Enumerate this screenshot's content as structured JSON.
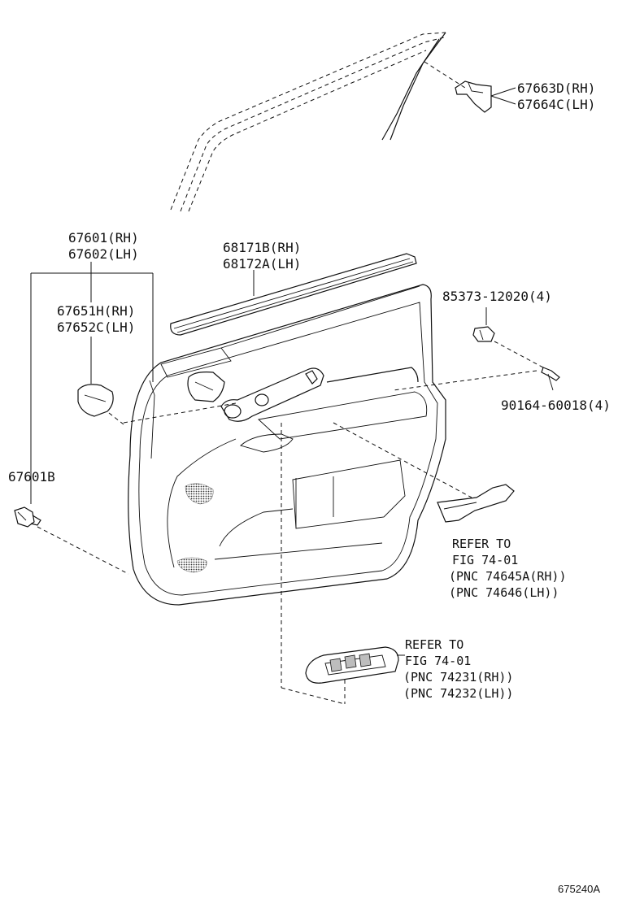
{
  "parts": {
    "p67663d": "67663D(RH)",
    "p67664c": "67664C(LH)",
    "p67601": "67601(RH)",
    "p67602": "67602(LH)",
    "p68171b": "68171B(RH)",
    "p68172a": "68172A(LH)",
    "p85373": "85373-12020(4)",
    "p67651h": "67651H(RH)",
    "p67652c": "67652C(LH)",
    "p90164": "90164-60018(4)",
    "p67601b": "67601B"
  },
  "refs": {
    "armrest": {
      "refer": "REFER TO",
      "fig": "FIG 74-01",
      "rh": "(PNC 74645A(RH))",
      "lh": "(PNC 74646(LH))"
    },
    "switch": {
      "refer": "REFER TO",
      "fig": "FIG 74-01",
      "rh": "(PNC 74231(RH))",
      "lh": "(PNC 74232(LH))"
    }
  },
  "figure_id": "675240A"
}
